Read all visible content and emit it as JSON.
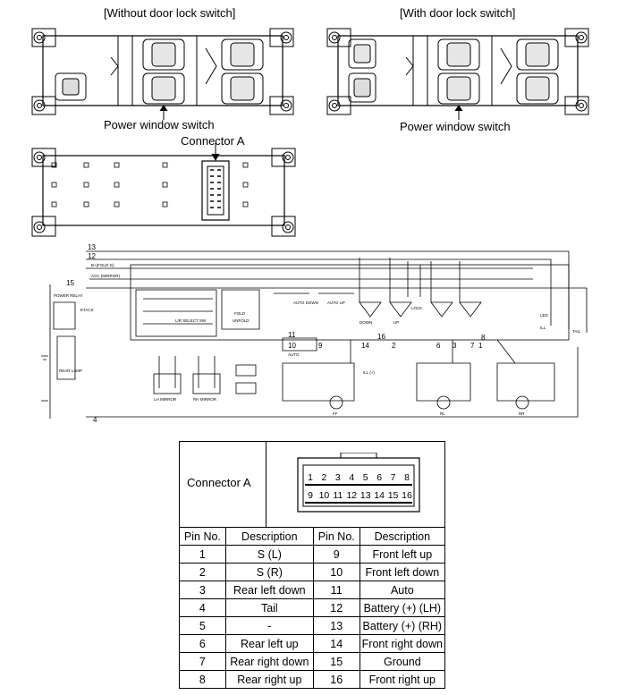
{
  "captions": {
    "without_lock": "[Without door lock switch]",
    "with_lock": "[With door lock switch]",
    "pws_left": "Power window switch",
    "pws_right": "Power window switch",
    "connector_a": "Connector A"
  },
  "schematic": {
    "wire_numbers": [
      "13",
      "12",
      "15",
      "11",
      "10",
      "9",
      "14",
      "16",
      "2",
      "6",
      "3",
      "7",
      "1",
      "8",
      "4"
    ],
    "labels": {
      "battery_fold": "B+(FOLD`G)",
      "acc_mirror": "ACC (MIRROR)",
      "power_relay": "POWER RELAY",
      "etacs": "ETACS",
      "lh_mirror": "LH MIRROR",
      "rh_mirror": "RH MIRROR",
      "fold": "FOLD",
      "unfold": "UNFOLD",
      "auto": "AUTO",
      "auto_down": "AUTO DOWN",
      "auto_up": "AUTO UP",
      "down": "DOWN",
      "up": "UP",
      "lock": "LOCK",
      "ill": "ILL",
      "led": "LED",
      "tail": "TAIL",
      "ill_plus": "ILL (+)",
      "lr_select": "L/R SELECT SW",
      "rear_lamp": "REAR LAMP",
      "motor_ff": "FF",
      "motor_rl": "RL",
      "motor_rr": "RR"
    }
  },
  "connector": {
    "title": "Connector A",
    "top_row": [
      "1",
      "2",
      "3",
      "4",
      "5",
      "6",
      "7",
      "8"
    ],
    "bottom_row": [
      "9",
      "10",
      "11",
      "12",
      "13",
      "14",
      "15",
      "16"
    ]
  },
  "pin_table": {
    "headers": [
      "Pin No.",
      "Description",
      "Pin No.",
      "Description"
    ],
    "rows": [
      [
        "1",
        "S (L)",
        "9",
        "Front left up"
      ],
      [
        "2",
        "S (R)",
        "10",
        "Front left down"
      ],
      [
        "3",
        "Rear left down",
        "11",
        "Auto"
      ],
      [
        "4",
        "Tail",
        "12",
        "Battery (+) (LH)"
      ],
      [
        "5",
        "-",
        "13",
        "Battery (+) (RH)"
      ],
      [
        "6",
        "Rear left up",
        "14",
        "Front right down"
      ],
      [
        "7",
        "Rear right down",
        "15",
        "Ground"
      ],
      [
        "8",
        "Rear right up",
        "16",
        "Front right up"
      ]
    ]
  }
}
